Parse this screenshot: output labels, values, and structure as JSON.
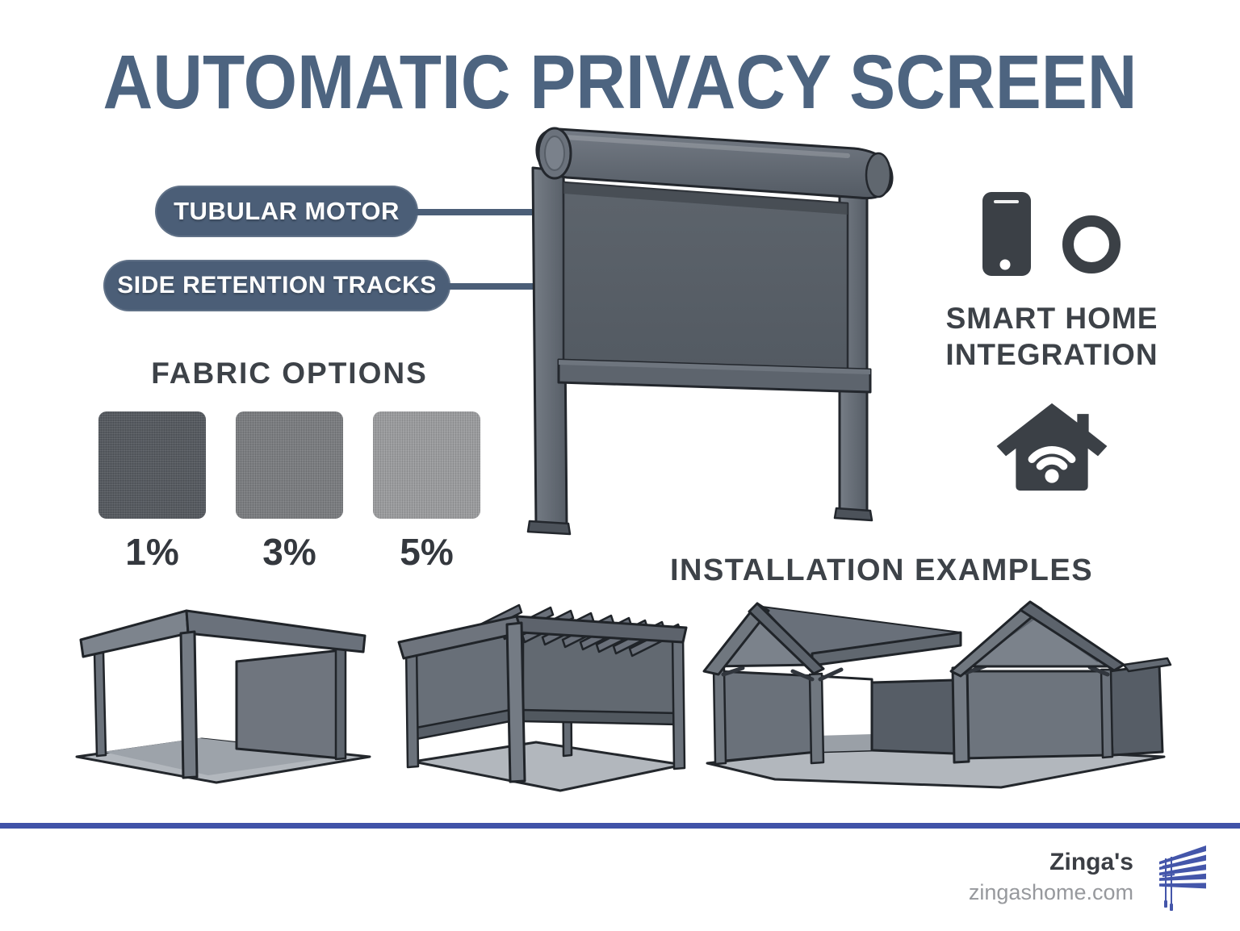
{
  "title": "AUTOMATIC PRIVACY SCREEN",
  "callouts": {
    "tubular_motor": "TUBULAR MOTOR",
    "side_retention_tracks": "SIDE RETENTION TRACKS"
  },
  "fabric_options": {
    "heading": "FABRIC OPTIONS",
    "swatches": [
      {
        "label": "1%",
        "color": "#565a60"
      },
      {
        "label": "3%",
        "color": "#7b7d80"
      },
      {
        "label": "5%",
        "color": "#9b9c9e"
      }
    ]
  },
  "smart_home": {
    "line1": "SMART HOME",
    "line2": "INTEGRATION",
    "icons": [
      "smartphone-icon",
      "remote-ring-icon",
      "wifi-house-icon"
    ]
  },
  "installation": {
    "heading": "INSTALLATION EXAMPLES",
    "examples": [
      "flat-roof-structure",
      "pergola",
      "gable-roof-structure"
    ]
  },
  "footer": {
    "brand": "Zinga's",
    "website": "zingashome.com"
  },
  "colors": {
    "title_text": "#4d6480",
    "callout_pill": "#4b5e77",
    "heading_text": "#3d4248",
    "icon_dark": "#3b4046",
    "accent_blue": "#4053a8",
    "illustration_gray": "#5d646c"
  }
}
